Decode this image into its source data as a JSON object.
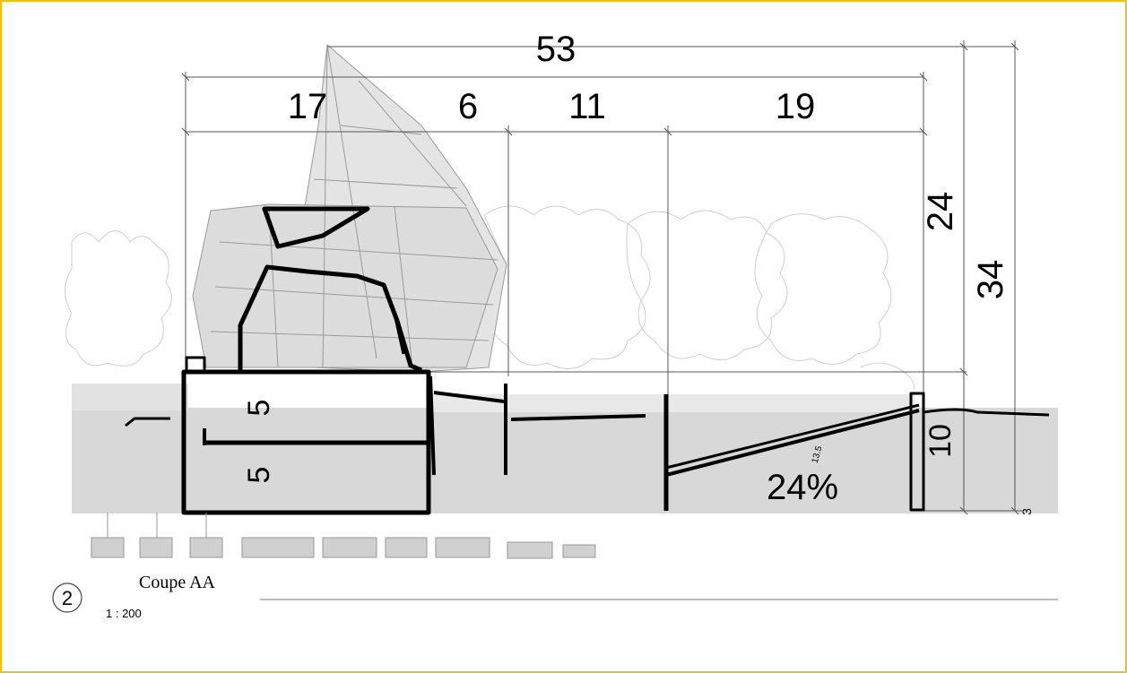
{
  "drawing": {
    "view_number": "2",
    "title": "Coupe AA",
    "scale": "1 : 200"
  },
  "dimensions": {
    "total_width": "53",
    "seg_1": "17",
    "seg_2": "6",
    "seg_3": "11",
    "seg_4": "19",
    "height_24": "24",
    "height_34": "34",
    "level_upper": "5",
    "level_lower": "5",
    "ramp_end_height": "10",
    "small_3": "3",
    "ramp_label_small": "13.5"
  },
  "annotations": {
    "slope": "24%"
  },
  "colors": {
    "frame_border": "#f2c200",
    "massing_fill": "#e6e6e6",
    "ground_fill": "#d4d4d4",
    "line": "#000000"
  }
}
